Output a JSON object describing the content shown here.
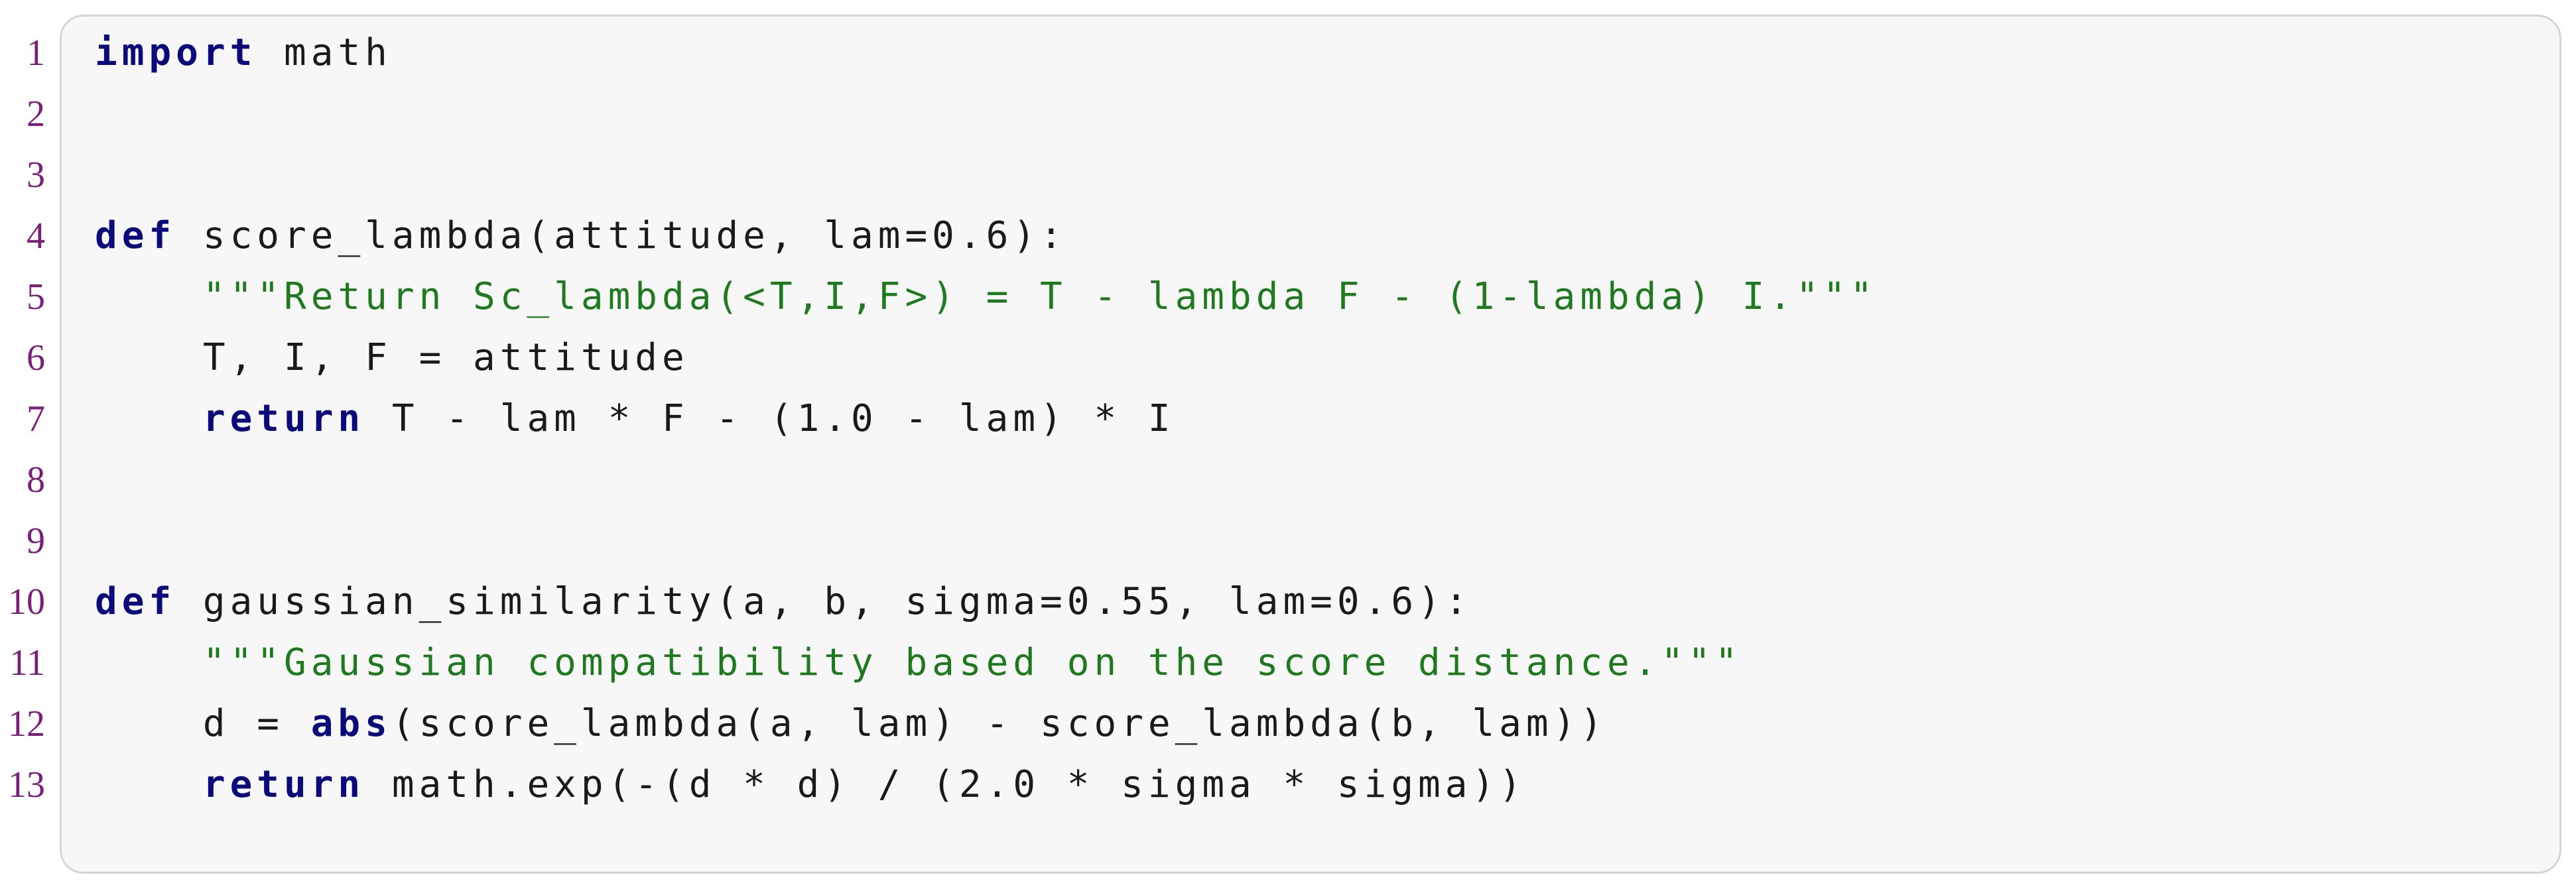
{
  "code": {
    "lines": [
      {
        "n": "1",
        "tokens": [
          {
            "t": "kw",
            "v": "import"
          },
          {
            "t": "plain",
            "v": " math"
          }
        ]
      },
      {
        "n": "2",
        "tokens": []
      },
      {
        "n": "3",
        "tokens": []
      },
      {
        "n": "4",
        "tokens": [
          {
            "t": "kw",
            "v": "def"
          },
          {
            "t": "plain",
            "v": " score_lambda(attitude, lam=0.6):"
          }
        ]
      },
      {
        "n": "5",
        "tokens": [
          {
            "t": "plain",
            "v": "    "
          },
          {
            "t": "str",
            "v": "\"\"\"Return Sc_lambda(<T,I,F>) = T - lambda F - (1-lambda) I.\"\"\""
          }
        ]
      },
      {
        "n": "6",
        "tokens": [
          {
            "t": "plain",
            "v": "    T, I, F = attitude"
          }
        ]
      },
      {
        "n": "7",
        "tokens": [
          {
            "t": "plain",
            "v": "    "
          },
          {
            "t": "kw",
            "v": "return"
          },
          {
            "t": "plain",
            "v": " T - lam * F - (1.0 - lam) * I"
          }
        ]
      },
      {
        "n": "8",
        "tokens": []
      },
      {
        "n": "9",
        "tokens": []
      },
      {
        "n": "10",
        "tokens": [
          {
            "t": "kw",
            "v": "def"
          },
          {
            "t": "plain",
            "v": " gaussian_similarity(a, b, sigma=0.55, lam=0.6):"
          }
        ]
      },
      {
        "n": "11",
        "tokens": [
          {
            "t": "plain",
            "v": "    "
          },
          {
            "t": "str",
            "v": "\"\"\"Gaussian compatibility based on the score distance.\"\"\""
          }
        ]
      },
      {
        "n": "12",
        "tokens": [
          {
            "t": "plain",
            "v": "    d = "
          },
          {
            "t": "kw",
            "v": "abs"
          },
          {
            "t": "plain",
            "v": "(score_lambda(a, lam) - score_lambda(b, lam))"
          }
        ]
      },
      {
        "n": "13",
        "tokens": [
          {
            "t": "plain",
            "v": "    "
          },
          {
            "t": "kw",
            "v": "return"
          },
          {
            "t": "plain",
            "v": " math.exp(-(d * d) / (2.0 * sigma * sigma))"
          }
        ]
      }
    ]
  }
}
